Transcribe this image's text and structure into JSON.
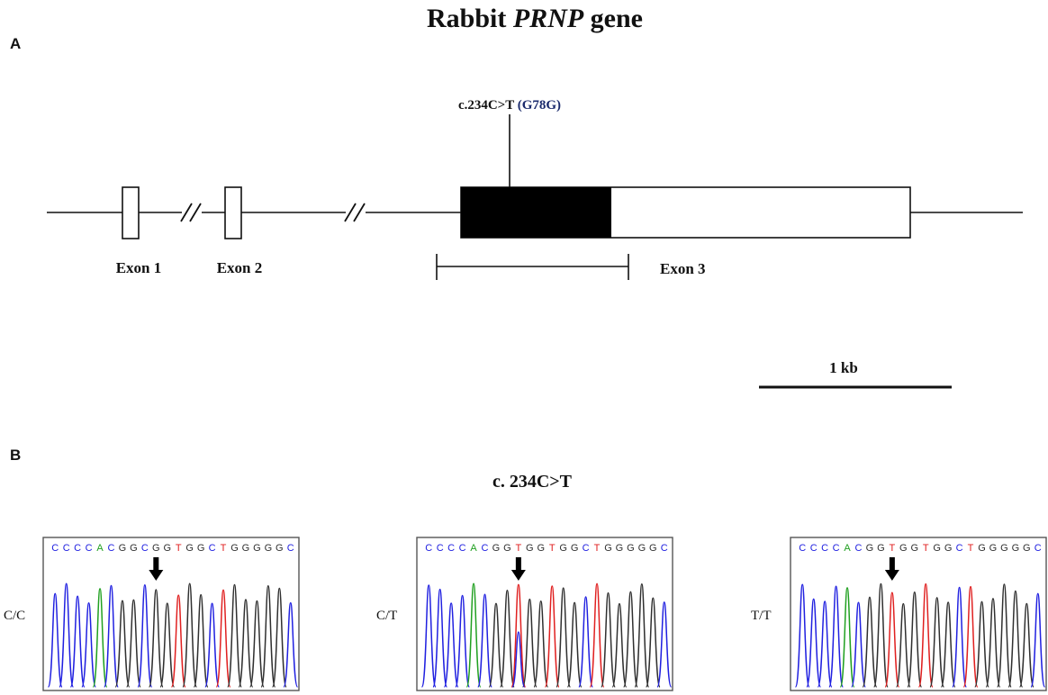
{
  "title": {
    "prefix": "Rabbit ",
    "gene": "PRNP",
    "suffix": " gene"
  },
  "panel_a": {
    "label": "A",
    "snp": {
      "name": "c.234C>T",
      "aa": "(G78G)"
    },
    "exons": [
      {
        "label": "Exon 1"
      },
      {
        "label": "Exon 2"
      },
      {
        "label": "Exon 3"
      }
    ],
    "scale_label": "1 kb"
  },
  "panel_b": {
    "label": "B",
    "title": "c. 234C>T",
    "traces": [
      {
        "genotype": "C/C",
        "sequence": "CCCCACGGCGGTGGCTGGGGGC"
      },
      {
        "genotype": "C/T",
        "sequence": "CCCCACGGTGGTGGCTGGGGGC"
      },
      {
        "genotype": "T/T",
        "sequence": "CCCCACGGTGGTGGCTGGGGGC"
      }
    ]
  },
  "colors": {
    "A": "#20a020",
    "C": "#2020e0",
    "G": "#303030",
    "T": "#e02020",
    "aa_text": "#1a2a6c"
  }
}
